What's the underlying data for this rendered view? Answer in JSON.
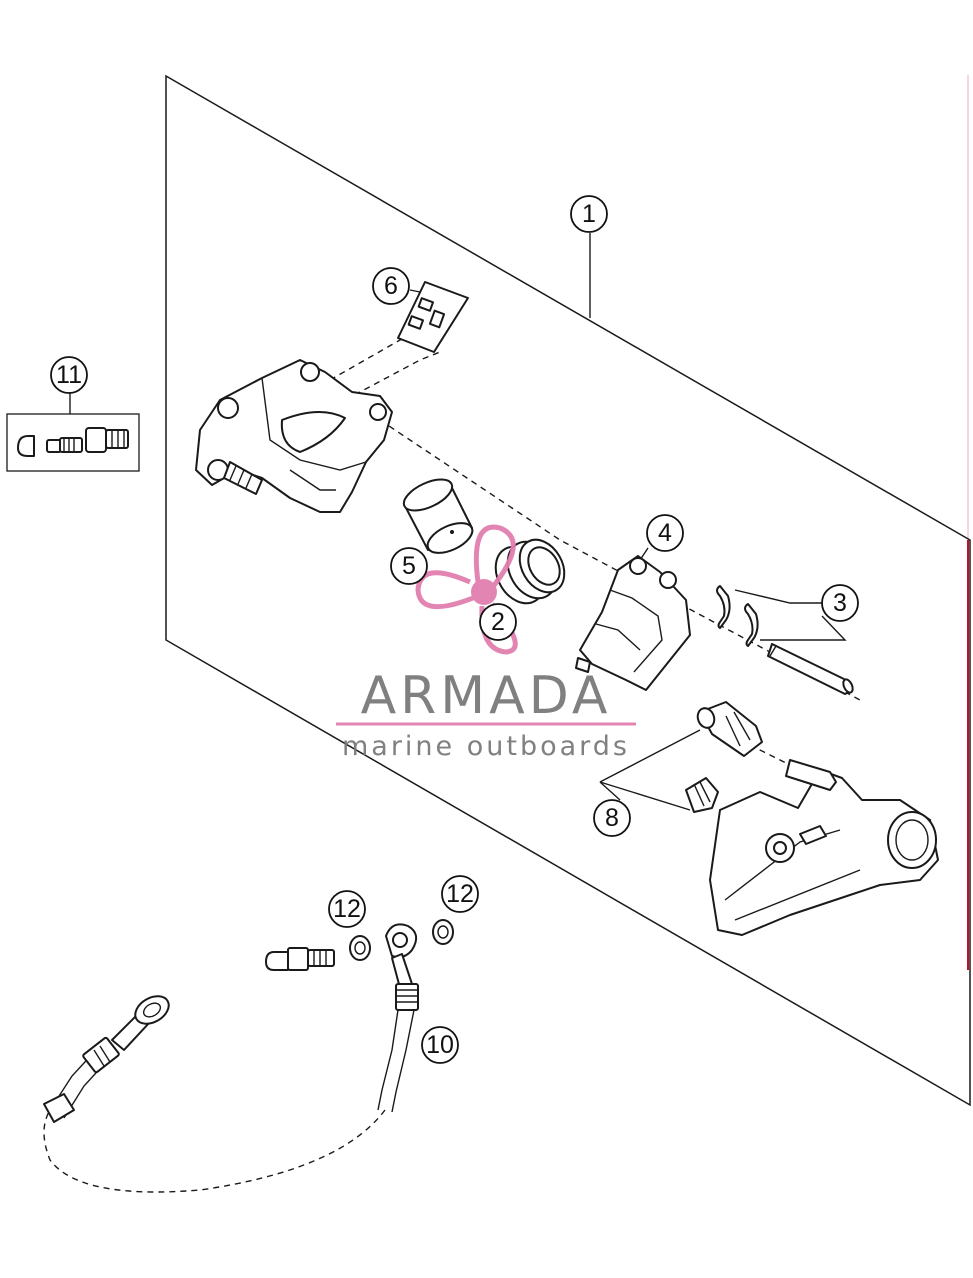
{
  "callouts": [
    {
      "id": "1",
      "label": "1"
    },
    {
      "id": "2",
      "label": "2"
    },
    {
      "id": "3",
      "label": "3"
    },
    {
      "id": "4",
      "label": "4"
    },
    {
      "id": "5",
      "label": "5"
    },
    {
      "id": "6",
      "label": "6"
    },
    {
      "id": "8",
      "label": "8"
    },
    {
      "id": "10",
      "label": "10"
    },
    {
      "id": "11",
      "label": "11"
    },
    {
      "id": "12a",
      "label": "12"
    },
    {
      "id": "12b",
      "label": "12"
    }
  ],
  "watermark": {
    "brand": "ARMADA",
    "tagline": "marine outboards",
    "accent_color": "#e27fae",
    "text_color": "#7a7a7a"
  },
  "colors": {
    "line": "#1a1a1a",
    "edge_accent": "#c0102a"
  }
}
